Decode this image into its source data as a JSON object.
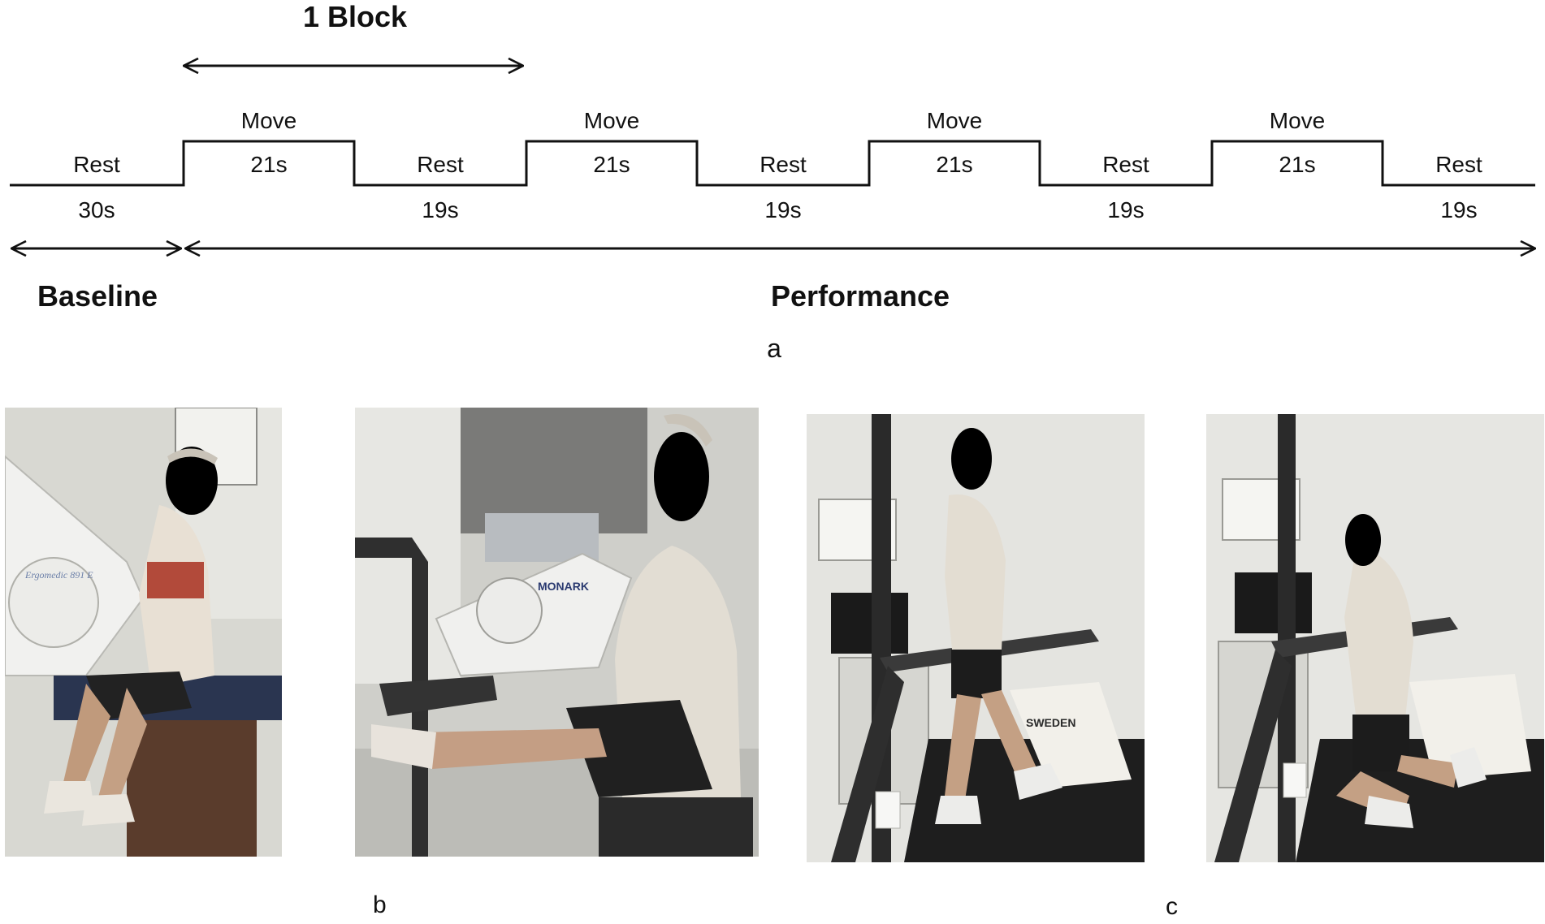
{
  "diagram": {
    "block_label": "1 Block",
    "phases": [
      {
        "state": "rest",
        "label": "Rest",
        "duration": "30s"
      },
      {
        "state": "move",
        "label": "Move",
        "duration": "21s"
      },
      {
        "state": "rest",
        "label": "Rest",
        "duration": "19s"
      },
      {
        "state": "move",
        "label": "Move",
        "duration": "21s"
      },
      {
        "state": "rest",
        "label": "Rest",
        "duration": "19s"
      },
      {
        "state": "move",
        "label": "Move",
        "duration": "21s"
      },
      {
        "state": "rest",
        "label": "Rest",
        "duration": "19s"
      },
      {
        "state": "move",
        "label": "Move",
        "duration": "21s"
      },
      {
        "state": "rest",
        "label": "Rest",
        "duration": "19s"
      }
    ],
    "baseline_label": "Baseline",
    "performance_label": "Performance",
    "panel_a": "a"
  },
  "photos": {
    "panel_b": "b",
    "panel_c": "c",
    "ergometer_brand": "MONARK",
    "ergometer_model": "Ergomedic 891 E",
    "treadmill_brand_text": "SWEDEN",
    "line_color": "#111111",
    "face_mask_color": "#000000"
  }
}
